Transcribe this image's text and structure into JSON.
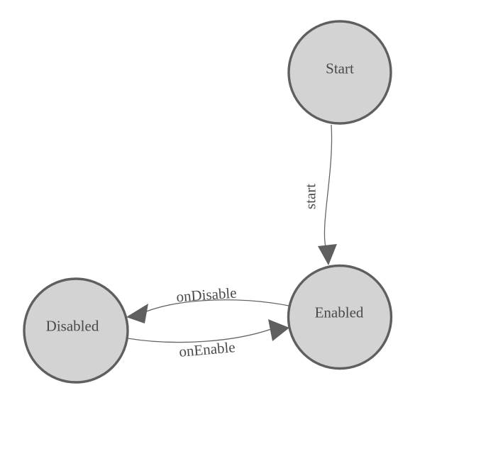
{
  "diagram": {
    "type": "state-machine",
    "background_color": "#ffffff",
    "colors": {
      "node_fill": "#d3d3d3",
      "node_stroke": "#5f5f5f",
      "edge_stroke": "#666666",
      "arrow_fill": "#5f5f5f",
      "text": "#4a4a4a"
    },
    "nodes": [
      {
        "id": "start",
        "label": "Start"
      },
      {
        "id": "enabled",
        "label": "Enabled"
      },
      {
        "id": "disabled",
        "label": "Disabled"
      }
    ],
    "edges": [
      {
        "from": "Start",
        "to": "Enabled",
        "label": "start"
      },
      {
        "from": "Enabled",
        "to": "Disabled",
        "label": "onDisable"
      },
      {
        "from": "Disabled",
        "to": "Enabled",
        "label": "onEnable"
      }
    ]
  }
}
